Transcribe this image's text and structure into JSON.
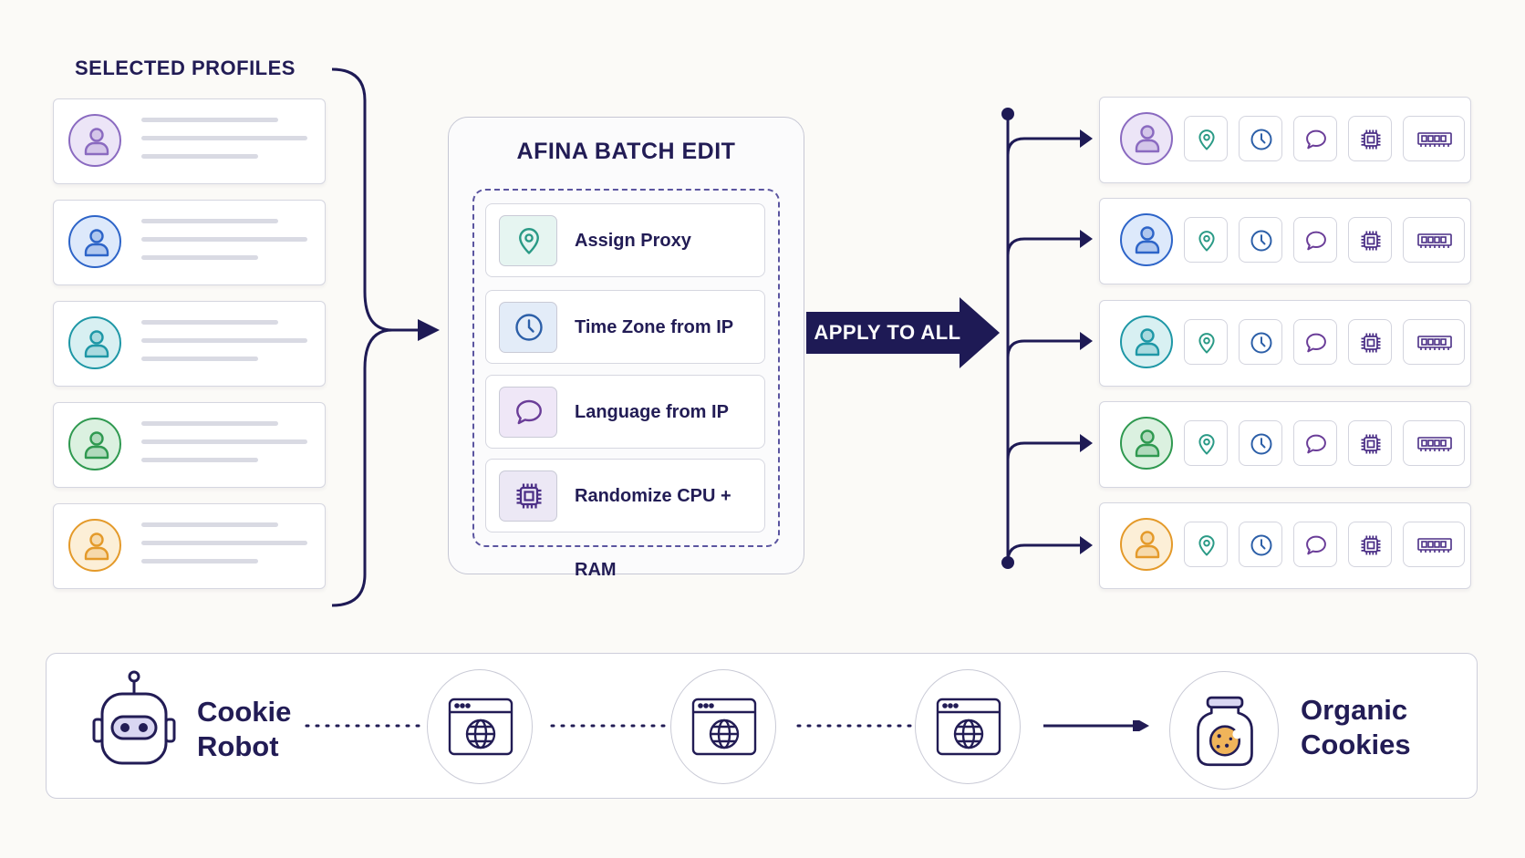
{
  "left": {
    "title": "SELECTED PROFILES",
    "profiles": [
      {
        "avatar": "user-icon",
        "color": "#8a6ac0",
        "bg": "#ece5f7"
      },
      {
        "avatar": "user-icon",
        "color": "#2d64c8",
        "bg": "#dde9fb"
      },
      {
        "avatar": "user-icon",
        "color": "#1e97a6",
        "bg": "#d8f0f2"
      },
      {
        "avatar": "user-icon",
        "color": "#2f9950",
        "bg": "#dbf1e0"
      },
      {
        "avatar": "user-icon",
        "color": "#e49a2a",
        "bg": "#fcefd7"
      }
    ]
  },
  "batch": {
    "title": "AFINA BATCH EDIT",
    "options": [
      {
        "label": "Assign Proxy",
        "icon": "location-pin-icon",
        "color": "#2a9a86"
      },
      {
        "label": "Time Zone from IP",
        "icon": "clock-icon",
        "color": "#2c5fa8"
      },
      {
        "label": "Language from IP",
        "icon": "chat-bubble-icon",
        "color": "#6a3d98"
      },
      {
        "label": "Randomize CPU + RAM",
        "icon": "cpu-chip-icon",
        "color": "#4b2f86"
      }
    ]
  },
  "apply": {
    "label": "APPLY TO ALL"
  },
  "results": {
    "row_icons": [
      "location-pin-icon",
      "clock-icon",
      "chat-bubble-icon",
      "cpu-chip-icon",
      "ram-module-icon"
    ]
  },
  "bottom": {
    "robot_label_1": "Cookie",
    "robot_label_2": "Robot",
    "browser_icon": "browser-globe-icon",
    "cookies_label_1": "Organic",
    "cookies_label_2": "Cookies"
  },
  "colors": {
    "navy": "#1e1a55",
    "green": "#2a9a86",
    "blue": "#2c5fa8",
    "purple": "#6a3d98"
  }
}
